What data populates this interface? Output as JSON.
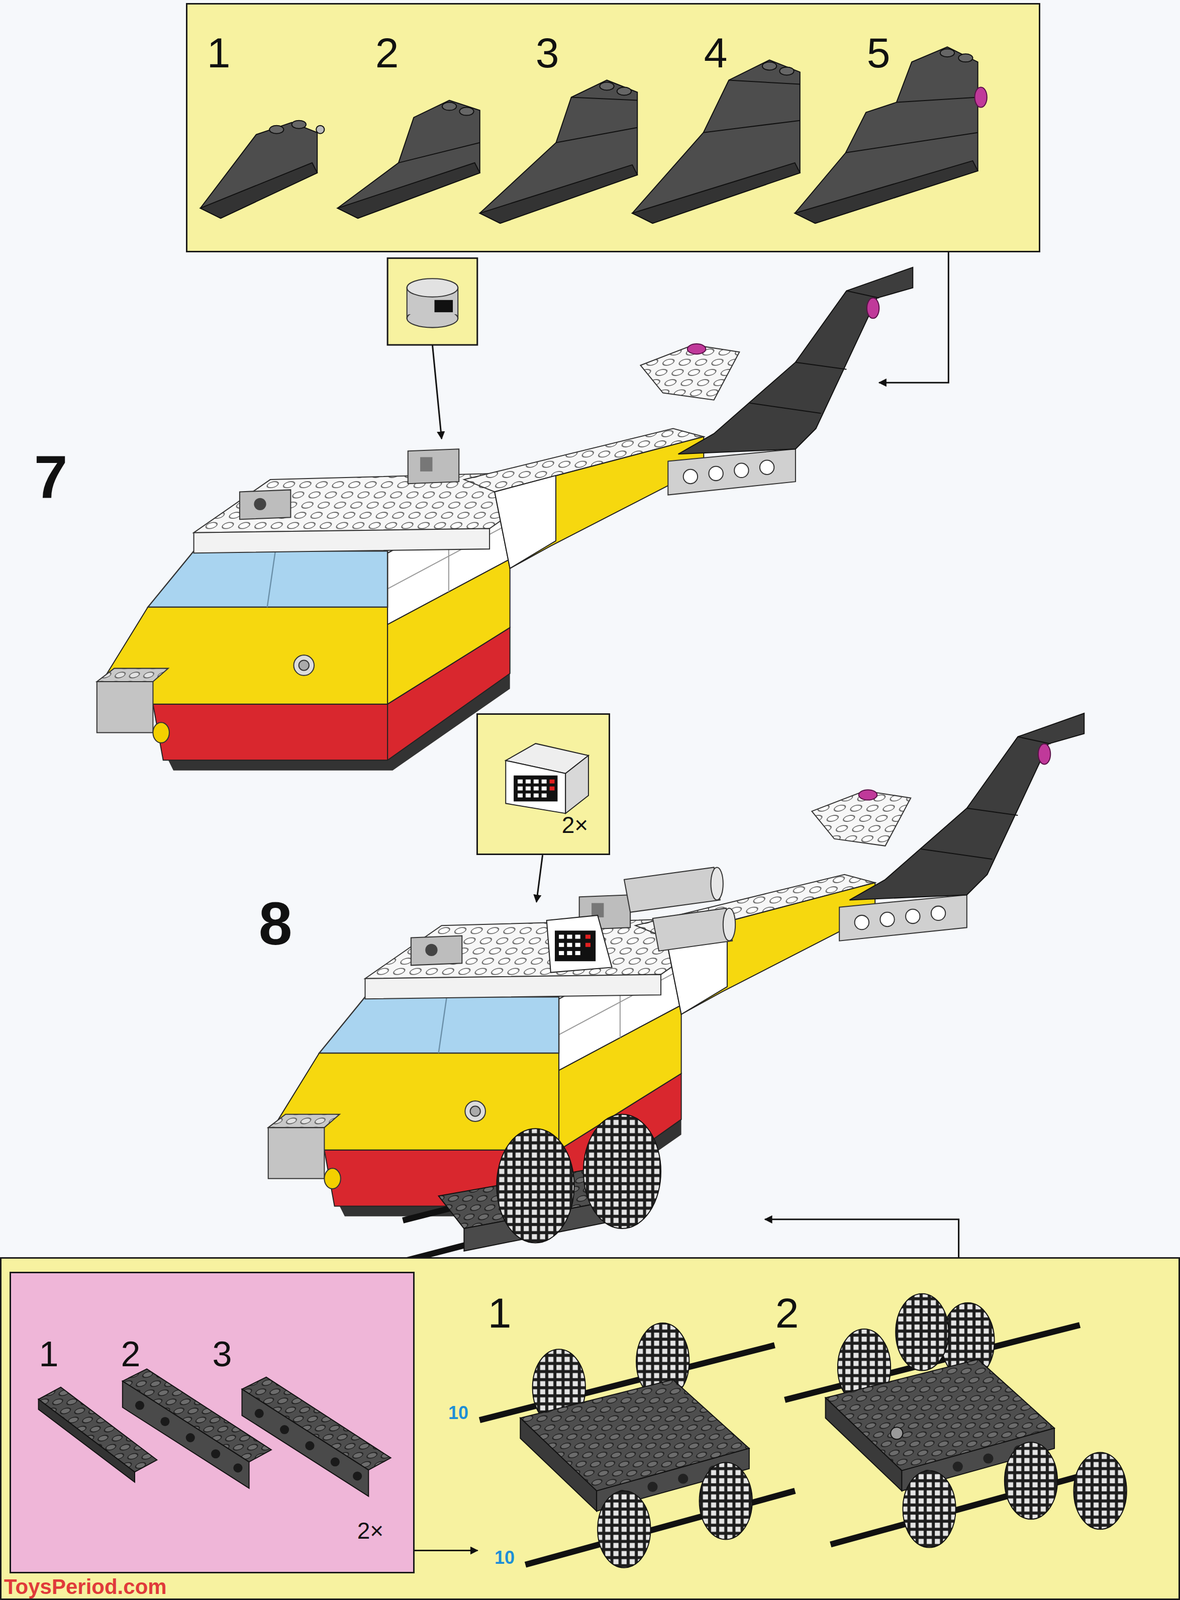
{
  "diagram": {
    "nodes": [
      {
        "text": [
          "1",
          "2",
          "3",
          "4",
          "5"
        ]
      },
      {
        "text": [
          "2×"
        ]
      },
      {
        "text": [
          "1",
          "2",
          "10",
          "10"
        ]
      },
      {
        "text": [
          "1",
          "2",
          "3",
          "2×"
        ],
        "in": 2
      }
    ],
    "labels": [
      "7",
      "8",
      "ToysPeriod.com"
    ]
  }
}
